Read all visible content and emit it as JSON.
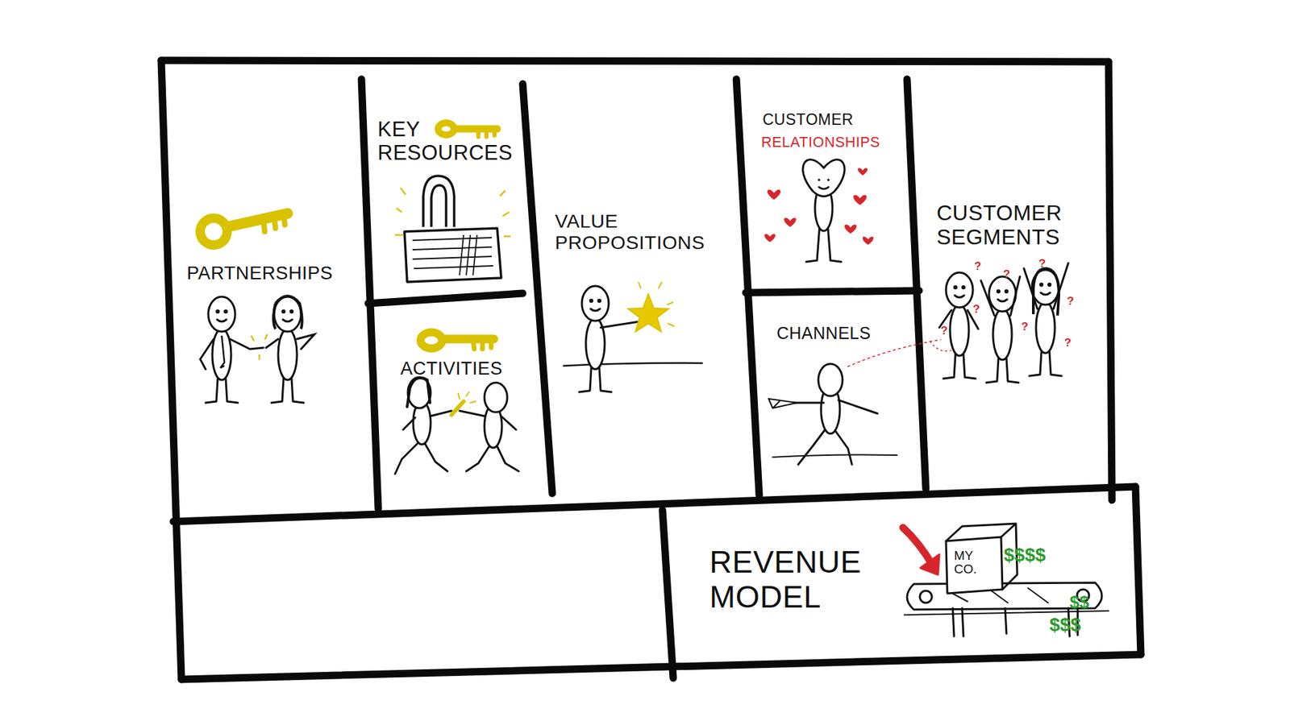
{
  "diagram": {
    "nodes": [
      {
        "text": [
          "PARTNERSHIPS"
        ]
      },
      {
        "text": [
          "KEY RESOURCES"
        ]
      },
      {
        "text": [
          "ACTIVITIES"
        ]
      },
      {
        "text": [
          "VALUE PROPOSITIONS"
        ]
      },
      {
        "text": [
          "CUSTOMER",
          "RELATIONSHIPS"
        ]
      },
      {
        "text": [
          "CHANNELS"
        ]
      },
      {
        "text": [
          "CUSTOMER SEGMENTS"
        ]
      },
      {
        "text": [
          "REVENUE MODEL"
        ]
      }
    ],
    "labels": [
      "MY CO.",
      "$$$$",
      "$$",
      "$$$",
      "?",
      "?",
      "?",
      "?",
      "?",
      "?",
      "?",
      "?"
    ]
  }
}
